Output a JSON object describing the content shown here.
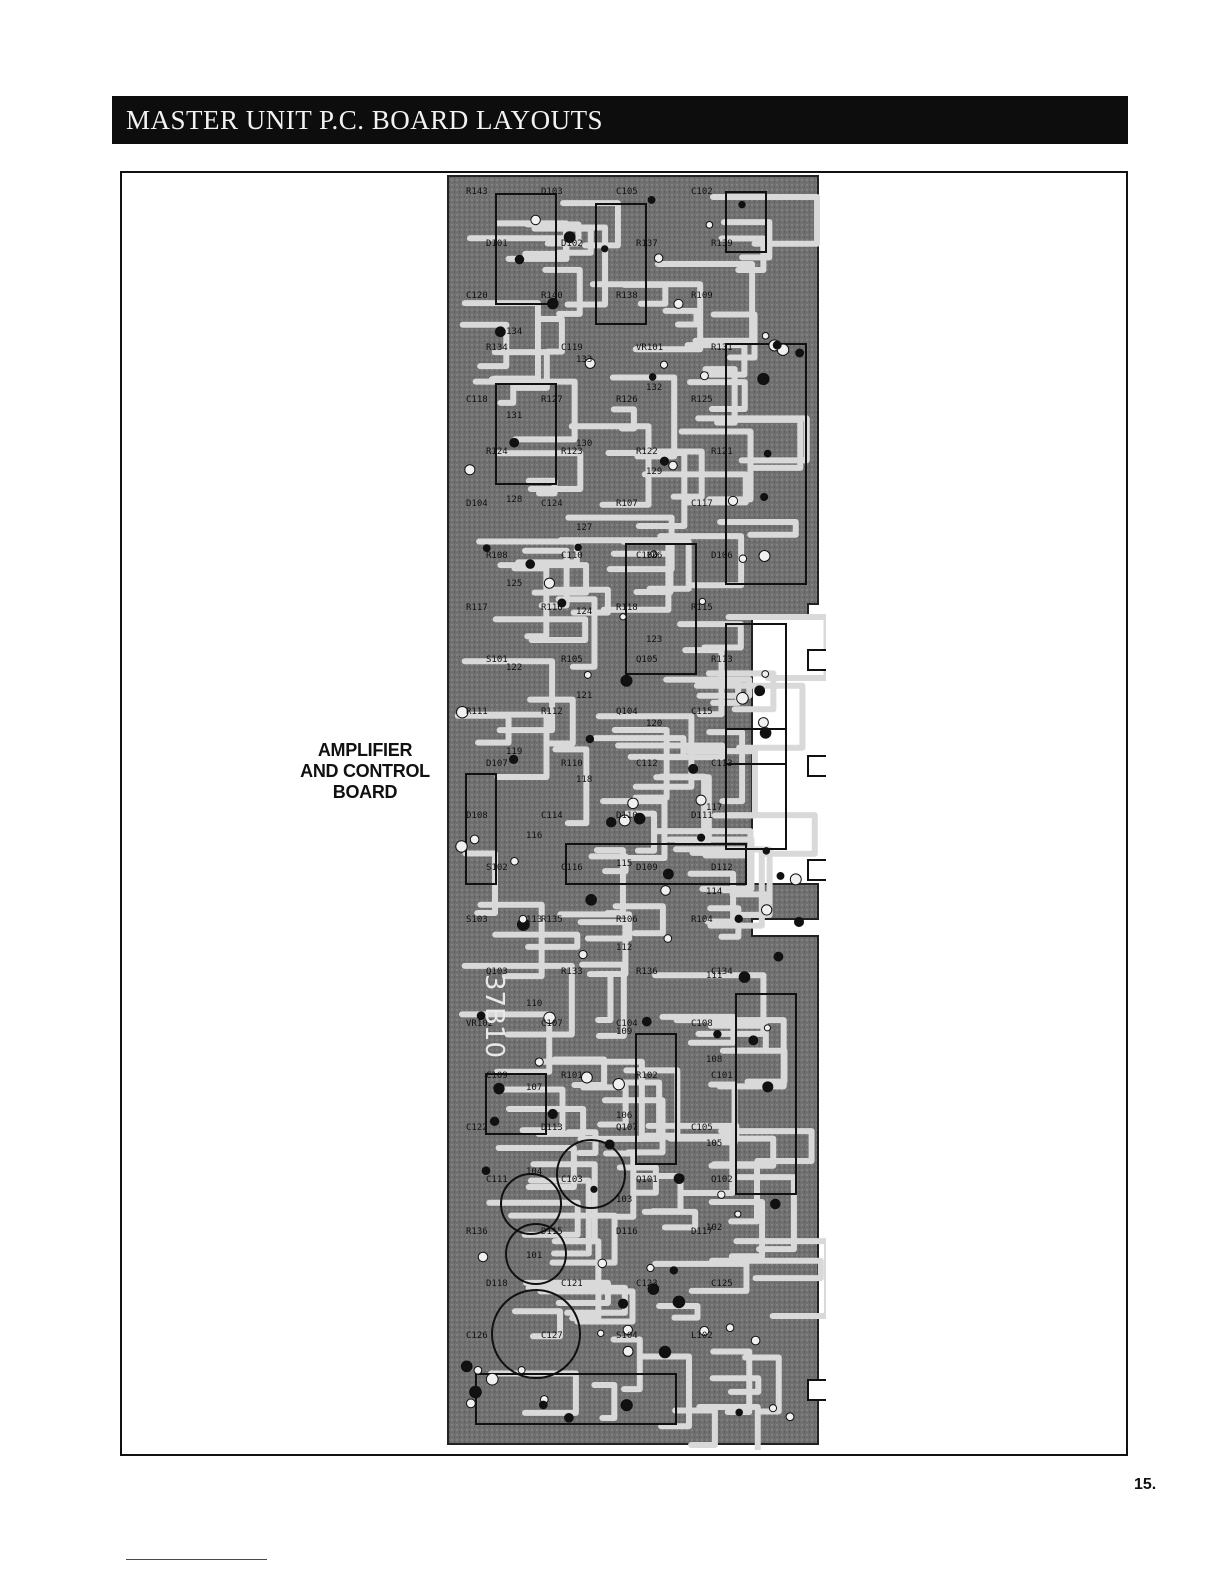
{
  "header": {
    "title": "MASTER UNIT P.C. BOARD LAYOUTS"
  },
  "board_label": {
    "line1": "AMPLIFIER",
    "line2": "AND CONTROL",
    "line3": "BOARD"
  },
  "pcb": {
    "board_number": "37B10",
    "components": [
      "R143",
      "D103",
      "C105",
      "C102",
      "D101",
      "D102",
      "R137",
      "R139",
      "C120",
      "R140",
      "R138",
      "R109",
      "R134",
      "C119",
      "VR101",
      "R131",
      "C118",
      "R127",
      "R126",
      "R125",
      "R124",
      "R123",
      "R122",
      "R121",
      "D104",
      "C124",
      "R107",
      "C117",
      "R108",
      "C110",
      "C106",
      "D106",
      "R117",
      "R116",
      "R118",
      "R115",
      "S101",
      "R105",
      "Q105",
      "R113",
      "R111",
      "R112",
      "Q104",
      "C115",
      "D107",
      "R110",
      "C112",
      "C113",
      "D108",
      "C114",
      "D110",
      "D111",
      "S102",
      "C116",
      "D109",
      "D112",
      "S103",
      "R135",
      "R106",
      "R104",
      "Q103",
      "R133",
      "R136",
      "C134",
      "VR102",
      "C107",
      "C104",
      "C108",
      "C109",
      "R101",
      "R102",
      "C101",
      "C122",
      "D113",
      "Q107",
      "C105",
      "C111",
      "C103",
      "Q101",
      "Q102",
      "R136",
      "D115",
      "D116",
      "D117",
      "D118",
      "C121",
      "C123",
      "C125",
      "C126",
      "C127",
      "S104",
      "L102"
    ],
    "wire_labels": [
      "134",
      "133",
      "132",
      "131",
      "130",
      "129",
      "128",
      "127",
      "126",
      "125",
      "124",
      "123",
      "122",
      "121",
      "120",
      "119",
      "118",
      "117",
      "116",
      "115",
      "114",
      "113",
      "112",
      "111",
      "110",
      "109",
      "108",
      "107",
      "106",
      "105",
      "104",
      "103",
      "102",
      "101"
    ]
  },
  "page_number": "15."
}
